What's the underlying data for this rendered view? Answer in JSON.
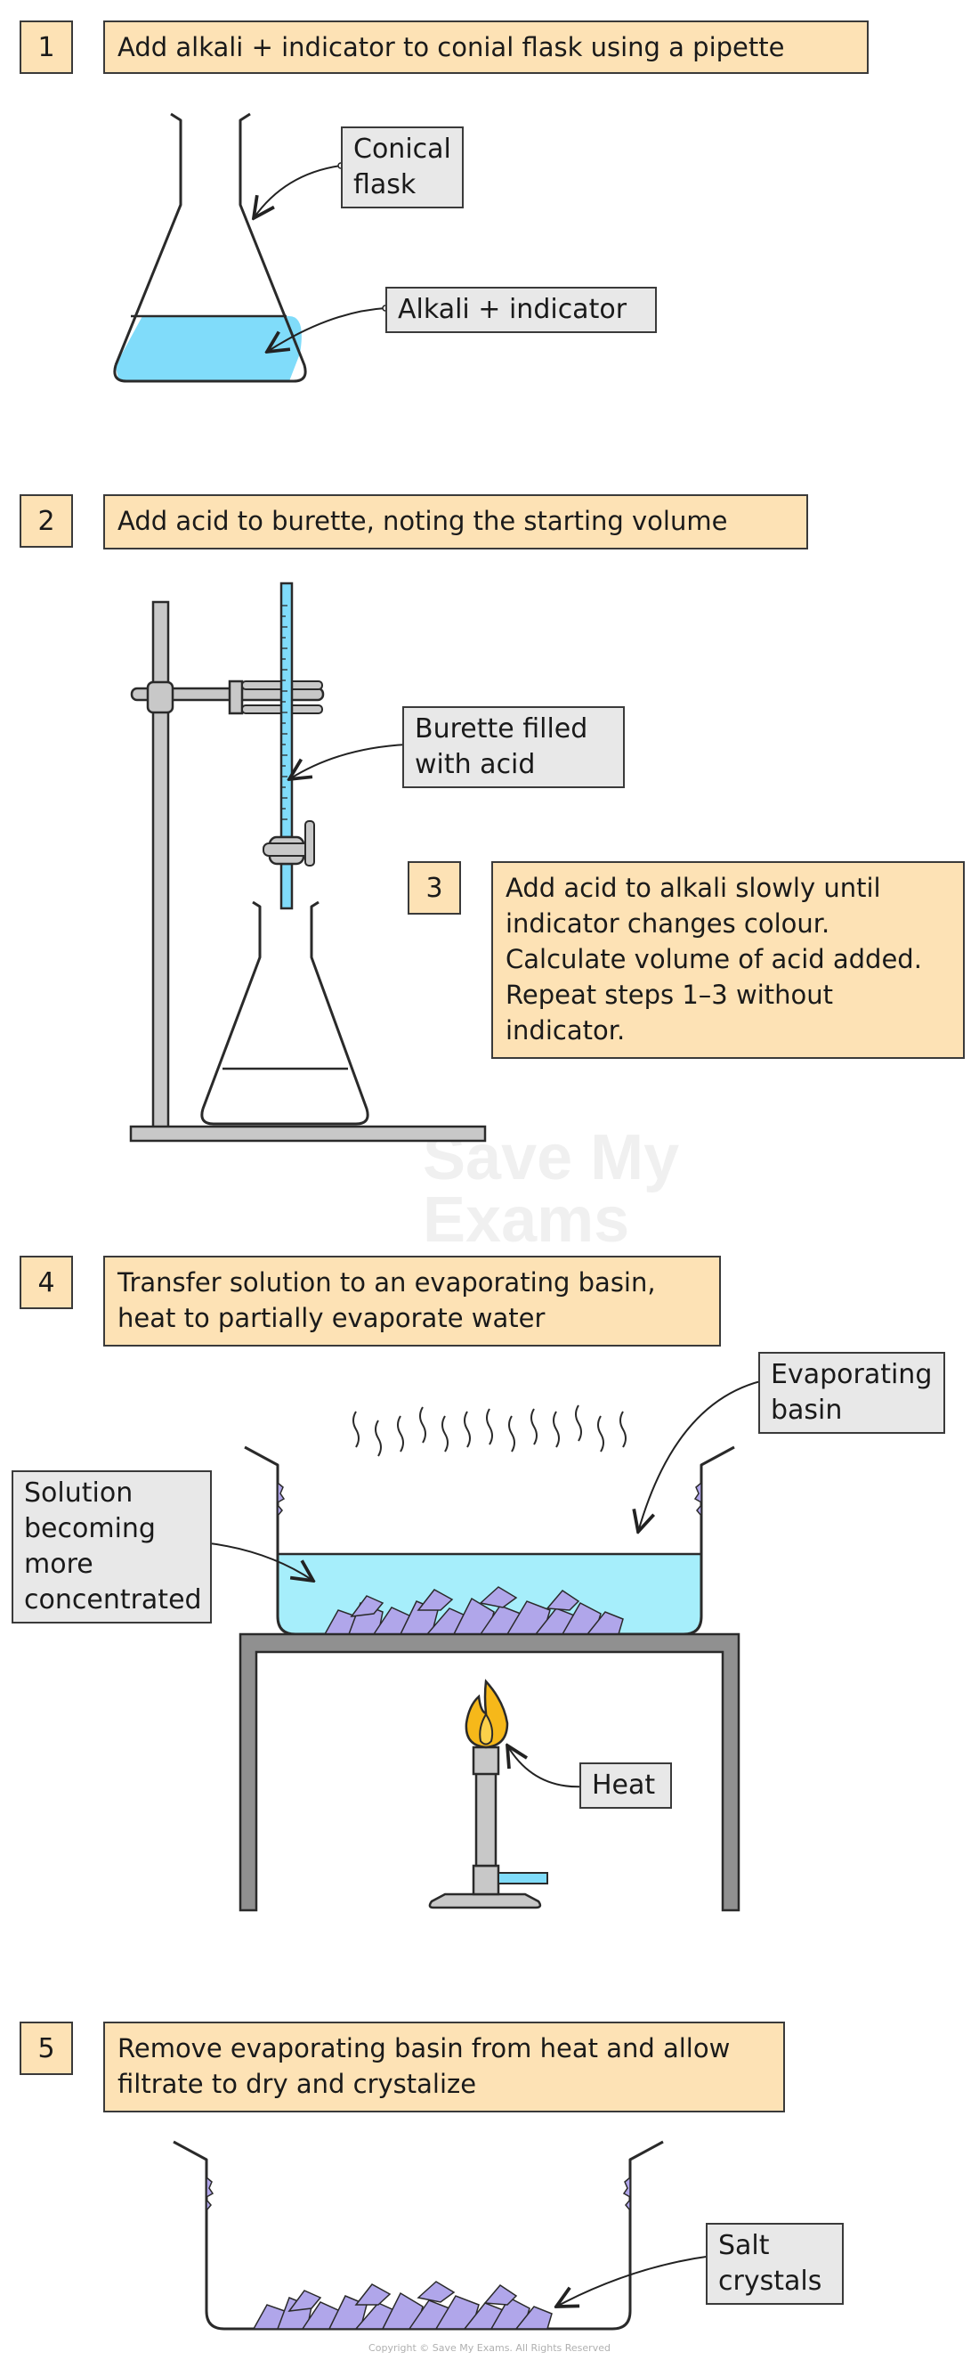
{
  "steps": [
    {
      "number": "1",
      "text": "Add alkali + indicator to conial flask using a pipette"
    },
    {
      "number": "2",
      "text": "Add acid to burette, noting the starting volume"
    },
    {
      "number": "3",
      "text": "Add acid to alkali slowly until\nindicator changes colour.\nCalculate volume of acid added.\nRepeat steps 1–3 without\nindicator."
    },
    {
      "number": "4",
      "text": "Transfer solution to an evaporating basin,\nheat to partially evaporate water"
    },
    {
      "number": "5",
      "text": "Remove evaporating basin from heat and allow\nfiltrate to dry and crystalize"
    }
  ],
  "labels": {
    "conical_flask": "Conical\nflask",
    "alkali_indicator": "Alkali + indicator",
    "burette": "Burette filled\nwith acid",
    "evaporating_basin": "Evaporating\nbasin",
    "solution": "Solution\nbecoming\nmore\nconcentrated",
    "heat": "Heat",
    "salt_crystals": "Salt\ncrystals"
  },
  "watermark": "Save My\nExams",
  "copyright": "Copyright © Save My Exams. All Rights Reserved",
  "colors": {
    "step_box": "#fde2b5",
    "label_box": "#e8e8e8",
    "liquid": "#80dcfa",
    "crystals": "#b0a6ea",
    "flame": "#f6b81a"
  }
}
